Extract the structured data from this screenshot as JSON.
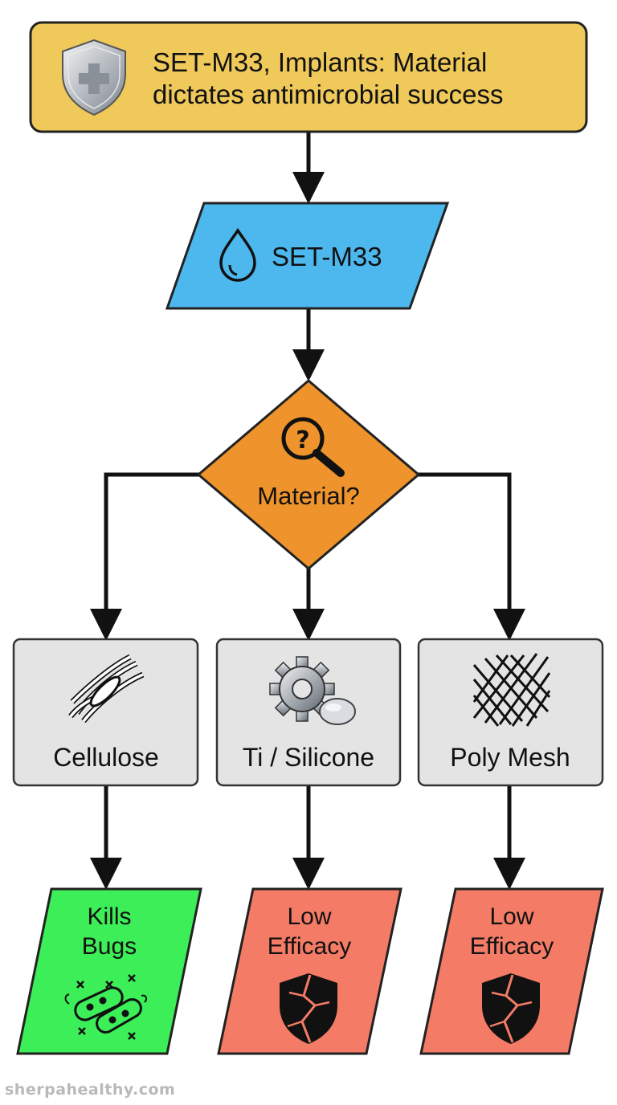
{
  "title": {
    "line1": "SET-M33, Implants: Material",
    "line2": "dictates antimicrobial success"
  },
  "input_node": {
    "label": "SET-M33"
  },
  "decision_node": {
    "label": "Material?"
  },
  "materials": [
    {
      "label": "Cellulose",
      "icon": "fiber-bundle-icon"
    },
    {
      "label": "Ti / Silicone",
      "icon": "gear-implant-icon"
    },
    {
      "label": "Poly Mesh",
      "icon": "mesh-icon"
    }
  ],
  "outcomes": [
    {
      "line1": "Kills",
      "line2": "Bugs",
      "icon": "bacteria-icon",
      "color": "#3cee58"
    },
    {
      "line1": "Low",
      "line2": "Efficacy",
      "icon": "broken-shield-icon",
      "color": "#f47c66"
    },
    {
      "line1": "Low",
      "line2": "Efficacy",
      "icon": "broken-shield-icon",
      "color": "#f47c66"
    }
  ],
  "colors": {
    "title_bg": "#efc95a",
    "input_bg": "#4db8ee",
    "decision_bg": "#ef942c",
    "material_bg": "#e4e4e4",
    "success_bg": "#3cee58",
    "failure_bg": "#f47c66"
  },
  "watermark": "sherpahealthy.com"
}
